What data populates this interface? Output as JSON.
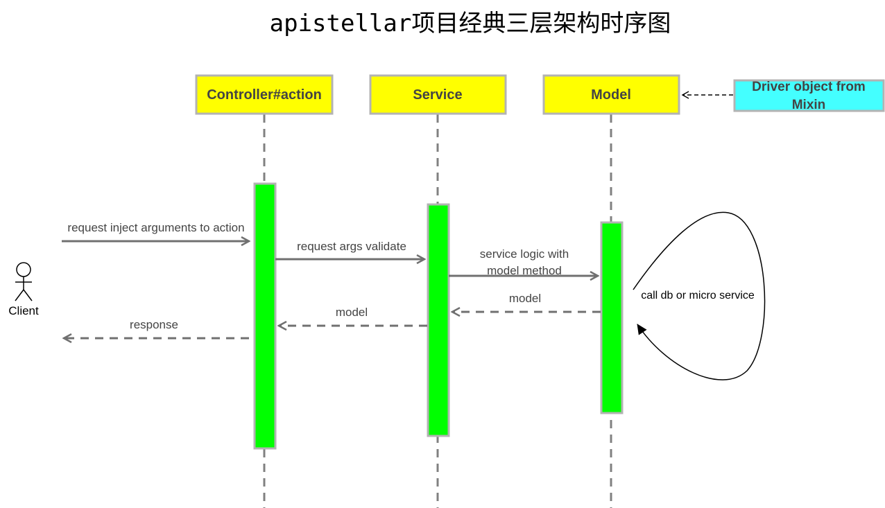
{
  "title": "apistellar项目经典三层架构时序图",
  "client": {
    "label": "Client"
  },
  "participants": [
    {
      "id": "controller",
      "label": "Controller#action"
    },
    {
      "id": "service",
      "label": "Service"
    },
    {
      "id": "model",
      "label": "Model"
    }
  ],
  "driver": {
    "label_line1": "Driver object from",
    "label_line2": "Mixin"
  },
  "messages": {
    "request": "request inject arguments to action",
    "validate": "request args validate",
    "logic_line1": "service logic with",
    "logic_line2": "model method",
    "model_return": "model",
    "service_return": "model",
    "response": "response"
  },
  "self_call": {
    "label": "call db or micro service"
  },
  "colors": {
    "participant_fill": "#ffff00",
    "participant_border": "#b3b3b3",
    "driver_fill": "#44ffff",
    "activation_fill": "#00ff00",
    "activation_border": "#b3b3b3",
    "lifeline": "#808080",
    "arrow": "#707070"
  }
}
